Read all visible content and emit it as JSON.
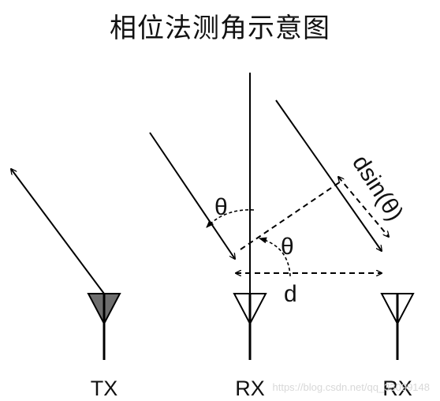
{
  "title": "相位法测角示意图",
  "labels": {
    "theta_upper": "θ",
    "theta_lower": "θ",
    "d": "d",
    "dsin": "dsin(θ)",
    "tx": "TX",
    "rx_middle": "RX",
    "rx_right": "RX"
  },
  "watermark": "https://blog.csdn.net/qq_33099148",
  "colors": {
    "line": "#000000",
    "tx_fill": "#6e6e6e",
    "background": "#ffffff"
  }
}
